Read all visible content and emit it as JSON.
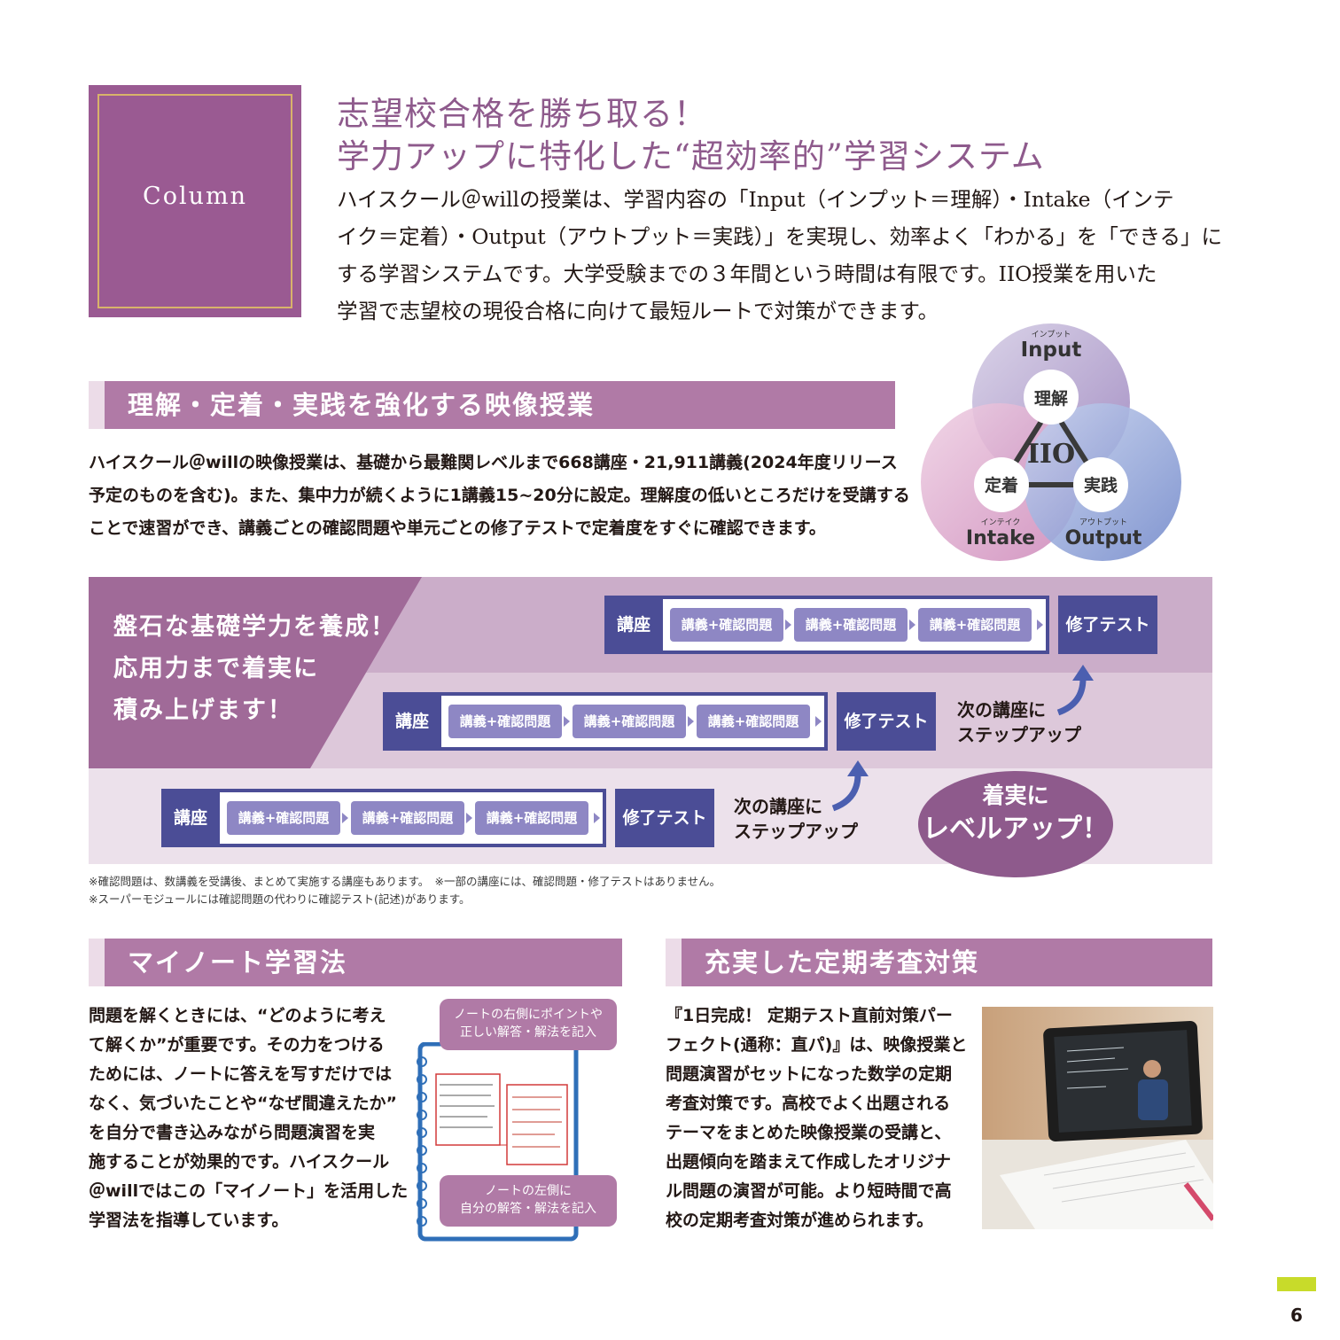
{
  "column": {
    "label": "Column",
    "headline": [
      "志望校合格を勝ち取る！",
      "学力アップに特化した“超効率的”学習システム"
    ],
    "intro": [
      "ハイスクール＠willの授業は、学習内容の「Input（インプット＝理解）・Intake（インテ",
      "イク＝定着）・Output（アウトプット＝実践）」を実現し、効率よく「わかる」を「できる」に",
      "する学習システムです。大学受験までの３年間という時間は有限です。IIO授業を用いた",
      "学習で志望校の現役合格に向けて最短ルートで対策ができます。"
    ]
  },
  "venn": {
    "center": "IIO",
    "input": {
      "ruby": "インプット",
      "word": "Input",
      "jp": "理解"
    },
    "intake": {
      "ruby": "インテイク",
      "word": "Intake",
      "jp": "定着"
    },
    "output": {
      "ruby": "アウトプット",
      "word": "Output",
      "jp": "実践"
    },
    "colors": {
      "input": "#a48bc0",
      "intake": "#d79cc6",
      "output": "#7d96d3"
    }
  },
  "video": {
    "title": "理解・定着・実践を強化する映像授業",
    "body": [
      "ハイスクール＠willの映像授業は、基礎から最難関レベルまで668講座・21,911講義(2024年度リリース",
      "予定のものを含む)。また、集中力が続くように1講義15~20分に設定。理解度の低いところだけを受講する",
      "ことで速習ができ、講義ごとの確認問題や単元ごとの修了テストで定着度をすぐに確認できます。"
    ]
  },
  "flow": {
    "slogan": [
      "盤石な基礎学力を養成！",
      "応用力まで着実に",
      "積み上げます！"
    ],
    "course": "講座",
    "lecture": "講義+確認問題",
    "test": "修了テスト",
    "step": [
      "次の講座に",
      "ステップアップ"
    ],
    "levelup": [
      "着実に",
      "レベルアップ！"
    ],
    "notes": [
      "※確認問題は、数講義を受講後、まとめて実施する講座もあります。　※一部の講座には、確認問題・修了テストはありません。",
      "※スーパーモジュールには確認問題の代わりに確認テスト(記述)があります。"
    ]
  },
  "mynote": {
    "title": "マイノート学習法",
    "body": [
      "問題を解くときには、“どのように考え",
      "て解くか”が重要です。その力をつける",
      "ためには、ノートに答えを写すだけでは",
      "なく、気づいたことや“なぜ間違えたか”",
      "を自分で書き込みながら問題演習を実",
      "施することが効果的です。ハイスクール",
      "＠willではこの「マイノート」を活用した",
      "学習法を指導しています。"
    ],
    "balloon_top": [
      "ノートの右側にポイントや",
      "正しい解答・解法を記入"
    ],
    "balloon_bottom": [
      "ノートの左側に",
      "自分の解答・解法を記入"
    ]
  },
  "exam": {
    "title": "充実した定期考査対策",
    "body": [
      "『1日完成！ 定期テスト直前対策パー",
      "フェクト(通称：直パ)』は、映像授業と",
      "問題演習がセットになった数学の定期",
      "考査対策です。高校でよく出題される",
      "テーマをまとめた映像授業の受講と、",
      "出題傾向を踏まえて作成したオリジナ",
      "ル問題の演習が可能。より短時間で高",
      "校の定期考査対策が進められます。"
    ]
  },
  "page_number": "6"
}
